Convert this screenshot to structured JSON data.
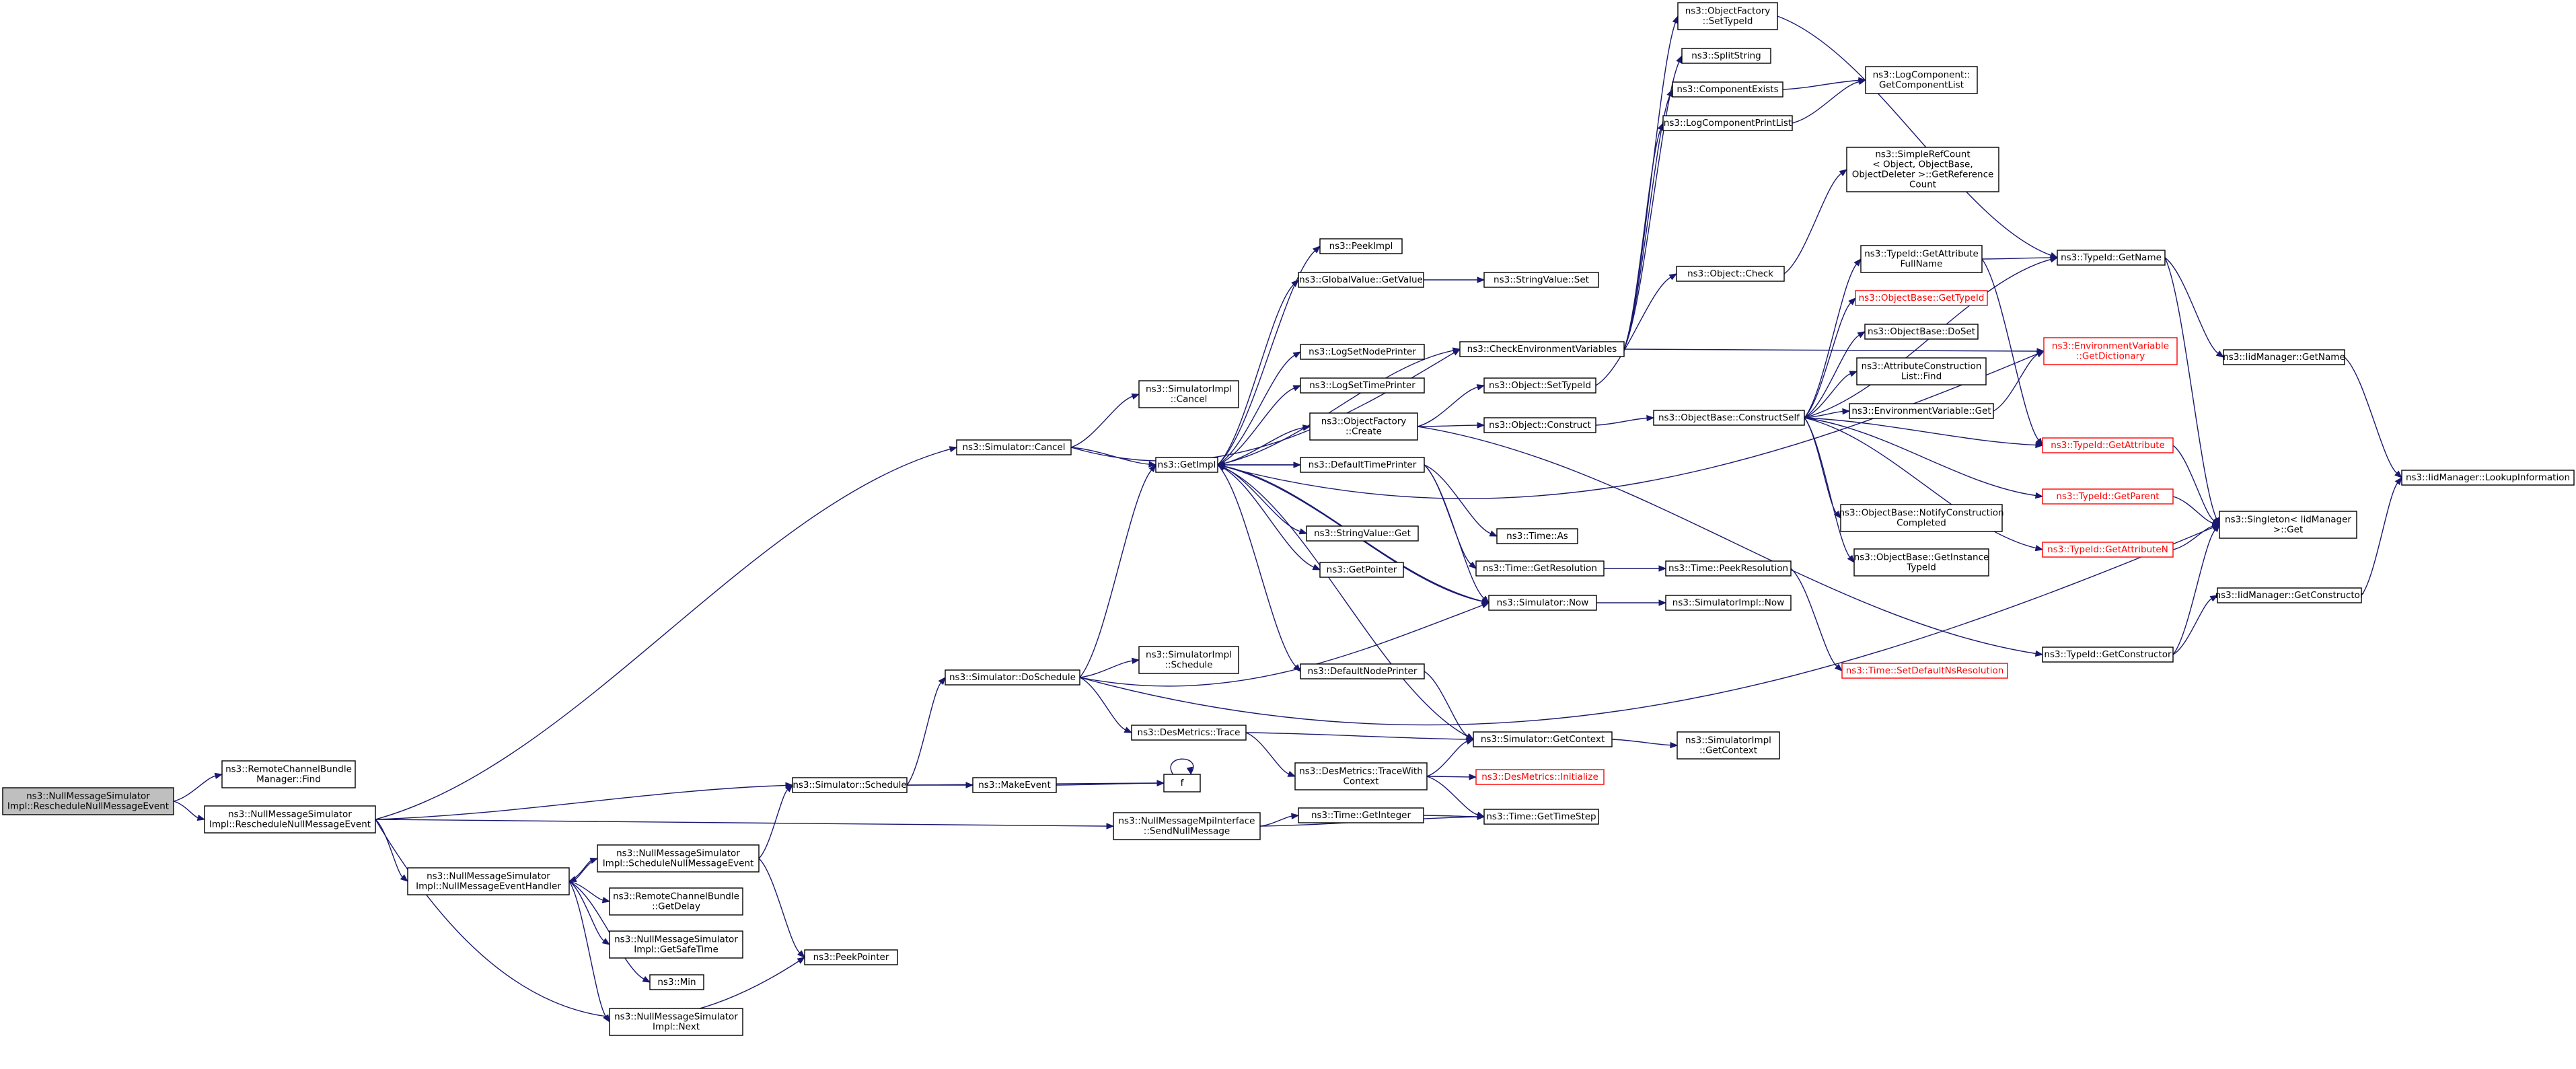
{
  "diagram": {
    "type": "call-graph",
    "colors": {
      "edge": "#191970",
      "node_border": "#000000",
      "root_fill": "#bfbfbf",
      "missing_doc": "#ff0000"
    },
    "nodes": [
      {
        "id": "root",
        "lines": [
          "ns3::NullMessageSimulator",
          "Impl::RescheduleNullMessageEvent"
        ],
        "root": true
      },
      {
        "id": "rcb_find",
        "lines": [
          "ns3::RemoteChannelBundle",
          "Manager::Find"
        ]
      },
      {
        "id": "resched",
        "lines": [
          "ns3::NullMessageSimulator",
          "Impl::RescheduleNullMessageEvent"
        ]
      },
      {
        "id": "sim_cancel",
        "lines": [
          "ns3::Simulator::Cancel"
        ]
      },
      {
        "id": "sim_schedule",
        "lines": [
          "ns3::Simulator::Schedule"
        ]
      },
      {
        "id": "nmh",
        "lines": [
          "ns3::NullMessageSimulator",
          "Impl::NullMessageEventHandler"
        ]
      },
      {
        "id": "sched_nme",
        "lines": [
          "ns3::NullMessageSimulator",
          "Impl::ScheduleNullMessageEvent"
        ]
      },
      {
        "id": "rcb_delay",
        "lines": [
          "ns3::RemoteChannelBundle",
          "::GetDelay"
        ]
      },
      {
        "id": "safe_time",
        "lines": [
          "ns3::NullMessageSimulator",
          "Impl::GetSafeTime"
        ]
      },
      {
        "id": "min",
        "lines": [
          "ns3::Min"
        ]
      },
      {
        "id": "next",
        "lines": [
          "ns3::NullMessageSimulator",
          "Impl::Next"
        ]
      },
      {
        "id": "peekptr",
        "lines": [
          "ns3::PeekPointer"
        ]
      },
      {
        "id": "makeevent",
        "lines": [
          "ns3::MakeEvent"
        ]
      },
      {
        "id": "f",
        "lines": [
          "f"
        ]
      },
      {
        "id": "doschedule",
        "lines": [
          "ns3::Simulator::DoSchedule"
        ]
      },
      {
        "id": "simimpl_cancel",
        "lines": [
          "ns3::SimulatorImpl",
          "::Cancel"
        ]
      },
      {
        "id": "simimpl_schedule",
        "lines": [
          "ns3::SimulatorImpl",
          "::Schedule"
        ]
      },
      {
        "id": "desm_trace",
        "lines": [
          "ns3::DesMetrics::Trace"
        ]
      },
      {
        "id": "desm_tracewith",
        "lines": [
          "ns3::DesMetrics::TraceWith",
          "Context"
        ]
      },
      {
        "id": "sendnull",
        "lines": [
          "ns3::NullMessageMpiInterface",
          "::SendNullMessage"
        ]
      },
      {
        "id": "getimpl",
        "lines": [
          "ns3::GetImpl"
        ]
      },
      {
        "id": "peekimpl",
        "lines": [
          "ns3::PeekImpl"
        ]
      },
      {
        "id": "gv_getvalue",
        "lines": [
          "ns3::GlobalValue::GetValue"
        ]
      },
      {
        "id": "logsetnode",
        "lines": [
          "ns3::LogSetNodePrinter"
        ]
      },
      {
        "id": "logsettime",
        "lines": [
          "ns3::LogSetTimePrinter"
        ]
      },
      {
        "id": "of_create",
        "lines": [
          "ns3::ObjectFactory",
          "::Create"
        ]
      },
      {
        "id": "deftimeprinter",
        "lines": [
          "ns3::DefaultTimePrinter"
        ]
      },
      {
        "id": "sv_get",
        "lines": [
          "ns3::StringValue::Get"
        ]
      },
      {
        "id": "getpointer",
        "lines": [
          "ns3::GetPointer"
        ]
      },
      {
        "id": "defnodeprinter",
        "lines": [
          "ns3::DefaultNodePrinter"
        ]
      },
      {
        "id": "sv_set",
        "lines": [
          "ns3::StringValue::Set"
        ]
      },
      {
        "id": "checkenv",
        "lines": [
          "ns3::CheckEnvironmentVariables"
        ]
      },
      {
        "id": "obj_settypeid",
        "lines": [
          "ns3::Object::SetTypeId"
        ]
      },
      {
        "id": "obj_construct",
        "lines": [
          "ns3::Object::Construct"
        ]
      },
      {
        "id": "time_as",
        "lines": [
          "ns3::Time::As"
        ]
      },
      {
        "id": "time_getres",
        "lines": [
          "ns3::Time::GetResolution"
        ]
      },
      {
        "id": "sim_now",
        "lines": [
          "ns3::Simulator::Now"
        ]
      },
      {
        "id": "sim_getcontext",
        "lines": [
          "ns3::Simulator::GetContext"
        ]
      },
      {
        "id": "desm_init",
        "lines": [
          "ns3::DesMetrics::Initialize"
        ],
        "red": true
      },
      {
        "id": "time_getint",
        "lines": [
          "ns3::Time::GetInteger"
        ]
      },
      {
        "id": "time_gettimestep",
        "lines": [
          "ns3::Time::GetTimeStep"
        ]
      },
      {
        "id": "of_settypeid",
        "lines": [
          "ns3::ObjectFactory",
          "::SetTypeId"
        ]
      },
      {
        "id": "splitstring",
        "lines": [
          "ns3::SplitString"
        ]
      },
      {
        "id": "compexists",
        "lines": [
          "ns3::ComponentExists"
        ]
      },
      {
        "id": "logcompprint",
        "lines": [
          "ns3::LogComponentPrintList"
        ]
      },
      {
        "id": "obj_check",
        "lines": [
          "ns3::Object::Check"
        ]
      },
      {
        "id": "ob_construct",
        "lines": [
          "ns3::ObjectBase::ConstructSelf"
        ]
      },
      {
        "id": "time_peekres",
        "lines": [
          "ns3::Time::PeekResolution"
        ]
      },
      {
        "id": "simimpl_now",
        "lines": [
          "ns3::SimulatorImpl::Now"
        ]
      },
      {
        "id": "simimpl_getctx",
        "lines": [
          "ns3::SimulatorImpl",
          "::GetContext"
        ]
      },
      {
        "id": "time_setdef",
        "lines": [
          "ns3::Time::SetDefaultNsResolution"
        ],
        "red": true
      },
      {
        "id": "logcomp_list",
        "lines": [
          "ns3::LogComponent::",
          "GetComponentList"
        ]
      },
      {
        "id": "simplerefcount",
        "lines": [
          "ns3::SimpleRefCount",
          "< Object, ObjectBase,",
          "ObjectDeleter >::GetReference",
          "Count"
        ]
      },
      {
        "id": "tid_getattrfull",
        "lines": [
          "ns3::TypeId::GetAttribute",
          "FullName"
        ]
      },
      {
        "id": "ob_gettypeid",
        "lines": [
          "ns3::ObjectBase::GetTypeId"
        ],
        "red": true
      },
      {
        "id": "ob_doset",
        "lines": [
          "ns3::ObjectBase::DoSet"
        ]
      },
      {
        "id": "acl_find",
        "lines": [
          "ns3::AttributeConstruction",
          "List::Find"
        ]
      },
      {
        "id": "envvar_get",
        "lines": [
          "ns3::EnvironmentVariable::Get"
        ]
      },
      {
        "id": "ob_notify",
        "lines": [
          "ns3::ObjectBase::NotifyConstruction",
          "Completed"
        ]
      },
      {
        "id": "ob_getinst",
        "lines": [
          "ns3::ObjectBase::GetInstance",
          "TypeId"
        ]
      },
      {
        "id": "tid_getname",
        "lines": [
          "ns3::TypeId::GetName"
        ]
      },
      {
        "id": "envvar_dict",
        "lines": [
          "ns3::EnvironmentVariable",
          "::GetDictionary"
        ],
        "red": true
      },
      {
        "id": "tid_getattr",
        "lines": [
          "ns3::TypeId::GetAttribute"
        ],
        "red": true
      },
      {
        "id": "tid_getparent",
        "lines": [
          "ns3::TypeId::GetParent"
        ],
        "red": true
      },
      {
        "id": "tid_getattrn",
        "lines": [
          "ns3::TypeId::GetAttributeN"
        ],
        "red": true
      },
      {
        "id": "tid_getctor",
        "lines": [
          "ns3::TypeId::GetConstructor"
        ]
      },
      {
        "id": "iid_getname",
        "lines": [
          "ns3::IidManager::GetName"
        ]
      },
      {
        "id": "singleton_get",
        "lines": [
          "ns3::Singleton< IidManager",
          ">::Get"
        ]
      },
      {
        "id": "iid_getctor",
        "lines": [
          "ns3::IidManager::GetConstructor"
        ]
      },
      {
        "id": "iid_lookup",
        "lines": [
          "ns3::IidManager::LookupInformation"
        ]
      }
    ]
  }
}
